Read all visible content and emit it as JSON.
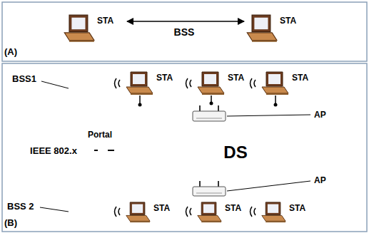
{
  "diagram": {
    "nodes": [
      {
        "text": [
          "BSS"
        ]
      },
      {
        "text": [
          "STA"
        ],
        "in": 0
      },
      {
        "text": [
          "STA"
        ],
        "in": 0
      },
      {
        "text": [
          "BSS1"
        ]
      },
      {
        "text": [
          "STA"
        ],
        "in": 3
      },
      {
        "text": [
          "STA"
        ],
        "in": 3
      },
      {
        "text": [
          "STA"
        ],
        "in": 3
      },
      {
        "text": [
          "AP"
        ]
      },
      {
        "text": [
          "DS"
        ]
      },
      {
        "text": [
          "AP"
        ]
      },
      {
        "text": [
          "IEEE 802.x"
        ]
      },
      {
        "text": [
          "Portal"
        ]
      },
      {
        "text": [
          "BSS 2"
        ]
      },
      {
        "text": [
          "STA"
        ],
        "in": 12
      },
      {
        "text": [
          "STA"
        ],
        "in": 12
      },
      {
        "text": [
          "STA"
        ],
        "in": 12
      }
    ],
    "edges": [
      {
        "from": 1,
        "to": 2,
        "arrow": "both"
      },
      {
        "from": 10,
        "to": 11,
        "arrow": "none"
      }
    ],
    "labels": [
      "(A)",
      "(B)"
    ]
  }
}
